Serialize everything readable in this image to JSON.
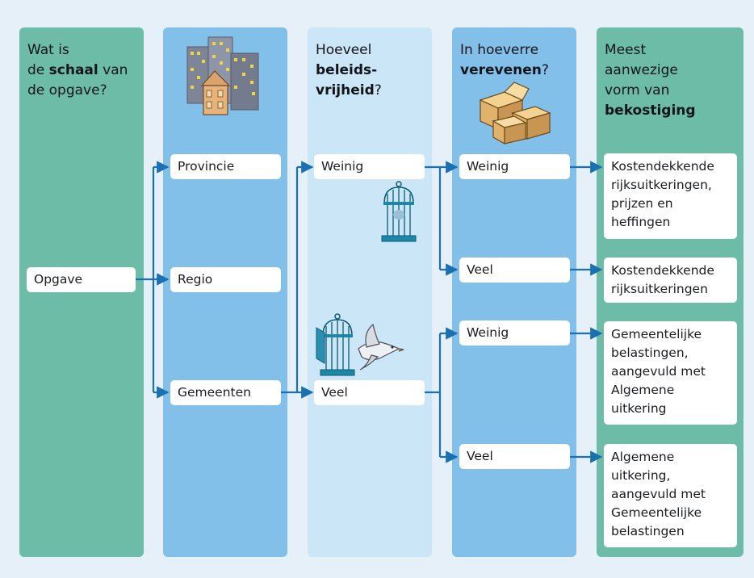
{
  "colors": {
    "green": "#6cbca8",
    "blue": "#82c0ea",
    "lightblue": "#cbe6f6",
    "arrow": "#1b70b2",
    "page_bg": "#e6f0f8"
  },
  "columns": {
    "scale": {
      "head_pre": "Wat is",
      "head_line2_pre": "de ",
      "head_bold": "schaal",
      "head_line2_post": " van",
      "head_post": "de opgave?"
    },
    "freedom": {
      "head_pre": "Hoeveel",
      "head_bold_1": "beleids-",
      "head_bold_2": "vrijheid",
      "head_post": "?"
    },
    "equalize": {
      "head_pre": "In hoeverre",
      "head_bold": "verevenen",
      "head_post": "?"
    },
    "funding": {
      "head_1": "Meest",
      "head_2": "aanwezige",
      "head_3": "vorm van",
      "head_bold": "bekostiging"
    }
  },
  "boxes": {
    "opgave": "Opgave",
    "provincie": "Provincie",
    "regio": "Regio",
    "gemeenten": "Gemeenten",
    "freedom_weinig": "Weinig",
    "freedom_veel": "Veel",
    "eq_weinig_1": "Weinig",
    "eq_veel_1": "Veel",
    "eq_weinig_2": "Weinig",
    "eq_veel_2": "Veel",
    "fund_1": "Kostendekkende rijksuitkeringen, prijzen en heffingen",
    "fund_2": "Kostendekkende rijksuitkeringen",
    "fund_3": "Gemeentelijke belastingen, aangevuld met Algemene uitkering",
    "fund_4": "Algemene uitkering, aangevuld met Gemeentelijke belastingen"
  },
  "icons": {
    "scale_picture": "city-buildings-icon",
    "equalize_picture": "boxes-icon",
    "closed_cage": "closed-birdcage-icon",
    "open_cage": "open-birdcage-with-bird-icon"
  }
}
